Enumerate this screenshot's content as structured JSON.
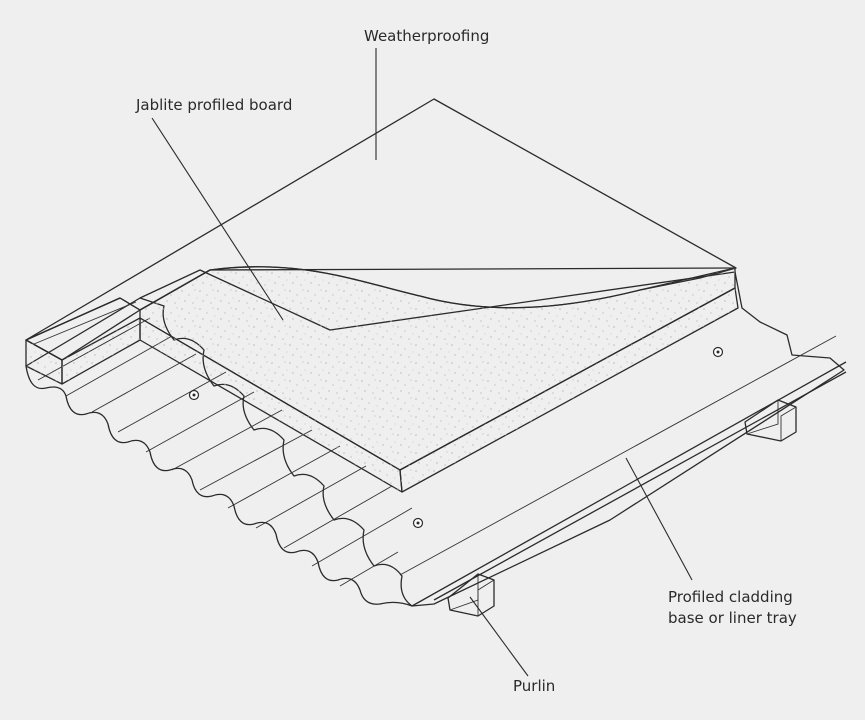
{
  "labels": {
    "weatherproofing": "Weatherproofing",
    "board": "Jablite profiled board",
    "cladding_line1": "Profiled cladding",
    "cladding_line2": "base or liner tray",
    "purlin": "Purlin"
  },
  "colors": {
    "background": "#efeff0",
    "line": "#2b2b2b",
    "board_fill": "#f7f7f7",
    "speckle": "#b9b9b9",
    "metal_fill": "#f3f3f3"
  }
}
